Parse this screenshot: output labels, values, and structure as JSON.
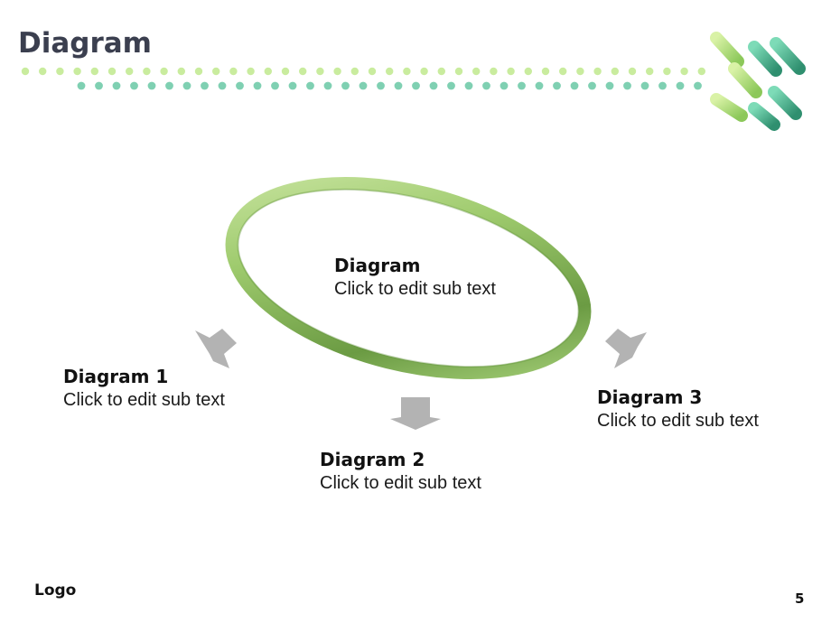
{
  "slide": {
    "title": "Diagram",
    "logo": "Logo",
    "page_number": "5"
  },
  "center": {
    "title": "Diagram",
    "subtitle": "Click to edit sub text"
  },
  "items": [
    {
      "title": "Diagram 1",
      "subtitle": "Click to edit sub text"
    },
    {
      "title": "Diagram 2",
      "subtitle": "Click to edit sub text"
    },
    {
      "title": "Diagram 3",
      "subtitle": "Click to edit sub text"
    }
  ],
  "colors": {
    "ring_light": "#b9dc8a",
    "ring_dark": "#6e9e44",
    "dots_light": "#c9ec9e",
    "dots_teal": "#7fd0b2",
    "arrow": "#b3b3b3",
    "title": "#3b3f4f"
  },
  "icons": [
    "capsule-decoration-icon",
    "arrow-down-left-icon",
    "arrow-down-icon",
    "arrow-down-right-icon"
  ]
}
